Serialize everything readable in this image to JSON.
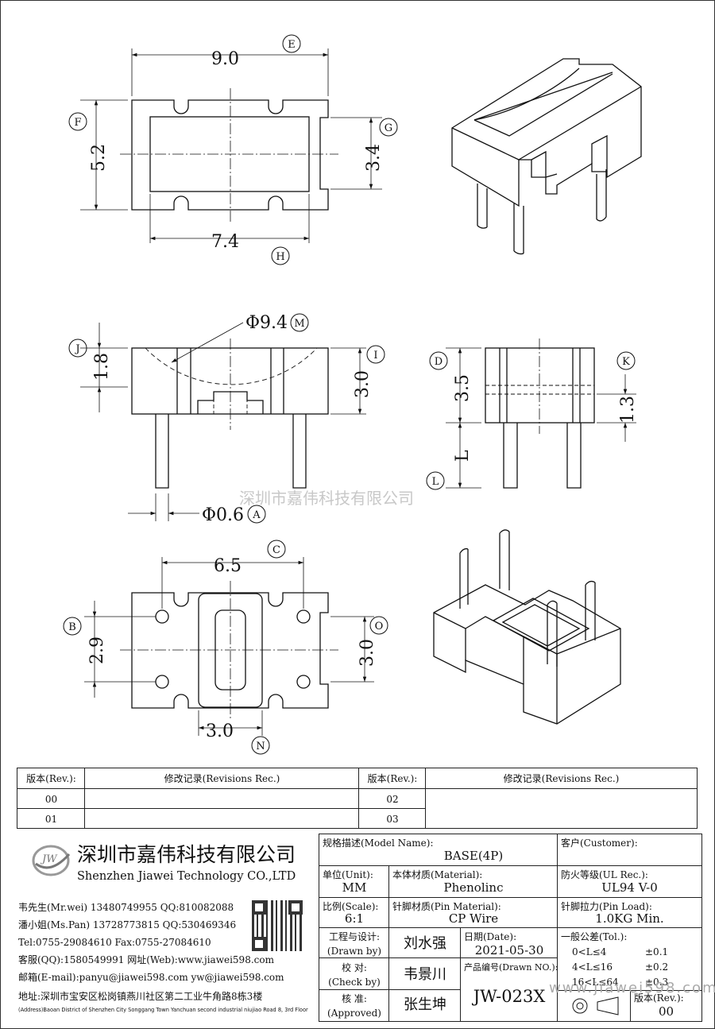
{
  "dims": {
    "E": {
      "tag": "E",
      "value": "9.0"
    },
    "F": {
      "tag": "F",
      "value": "5.2"
    },
    "G": {
      "tag": "G",
      "value": "3.4"
    },
    "H": {
      "tag": "H",
      "value": "7.4"
    },
    "J": {
      "tag": "J",
      "value": "1.8"
    },
    "M": {
      "tag": "M",
      "value": "Φ9.4"
    },
    "I": {
      "tag": "I",
      "value": "3.0"
    },
    "A": {
      "tag": "A",
      "value": "Φ0.6"
    },
    "D": {
      "tag": "D",
      "value": "3.5"
    },
    "K": {
      "tag": "K",
      "value": "1.3"
    },
    "L": {
      "tag": "L",
      "value": "L"
    },
    "C": {
      "tag": "C",
      "value": "6.5"
    },
    "B": {
      "tag": "B",
      "value": "2.9"
    },
    "O": {
      "tag": "O",
      "value": "3.0"
    },
    "N": {
      "tag": "N",
      "value": "3.0"
    }
  },
  "watermark": "深圳市嘉伟科技有限公司",
  "watermark_url": "www.jiawei598.com",
  "revisions": {
    "rev_header": "版本(Rev.):",
    "rec_header": "修改记录(Revisions Rec.)",
    "left": [
      "00",
      "01"
    ],
    "right": [
      "02",
      "03"
    ]
  },
  "company": {
    "logo_text": "JW",
    "name_cn": "深圳市嘉伟科技有限公司",
    "name_en": "Shenzhen Jiawei Technology CO.,LTD",
    "contacts": [
      "韦先生(Mr.wei) 13480749955 QQ:810082088",
      "潘小姐(Ms.Pan) 13728773815 QQ:530469346",
      "Tel:0755-29084610      Fax:0755-27084610",
      "客服(QQ):1580549991   网址(Web):www.jiawei598.com",
      "邮箱(E-mail):panyu@jiawei598.com  yw@jiawei598.com"
    ],
    "address_cn": "地址:深圳市宝安区松岗镇燕川社区第二工业牛角路8栋3楼",
    "address_en": "(Address)Baoan District of Shenzhen City Songgang Town Yanchuan  second industrial niujiao Road 8, 3rd Floor"
  },
  "title_block": {
    "model_label": "规格描述(Model Name):",
    "model_value": "BASE(4P)",
    "customer_label": "客户(Customer):",
    "unit_label": "单位(Unit):",
    "unit_value": "MM",
    "material_label": "本体材质(Material):",
    "material_value": "Phenolinc",
    "ul_label": "防火等级(UL Rec.):",
    "ul_value": "UL94 V-0",
    "scale_label": "比例(Scale):",
    "scale_value": "6:1",
    "pin_material_label": "针脚材质(Pin Material):",
    "pin_material_value": "CP Wire",
    "pin_load_label": "针脚拉力(Pin Load):",
    "pin_load_value": "1.0KG Min.",
    "drawn_label_cn": "工程与设计:",
    "drawn_label_en": "(Drawn by)",
    "drawn_value": "刘水强",
    "date_label": "日期(Date):",
    "date_value": "2021-05-30",
    "check_label_cn": "校    对:",
    "check_label_en": "(Check by)",
    "check_value": "韦景川",
    "drawn_no_label": "产品编号(Drawn NO.):",
    "drawn_no_value": "JW-023X",
    "approve_label_cn": "核    准:",
    "approve_label_en": "(Approved)",
    "approve_value": "张生坤",
    "tol_label": "一般公差(Tol.):",
    "tol_rows": [
      {
        "range": "0<L≤4",
        "tol": "±0.1"
      },
      {
        "range": "4<L≤16",
        "tol": "±0.2"
      },
      {
        "range": "16<L≤64",
        "tol": "±0.3"
      }
    ],
    "rev_label": "版本(Rev.):",
    "rev_value": "00"
  }
}
